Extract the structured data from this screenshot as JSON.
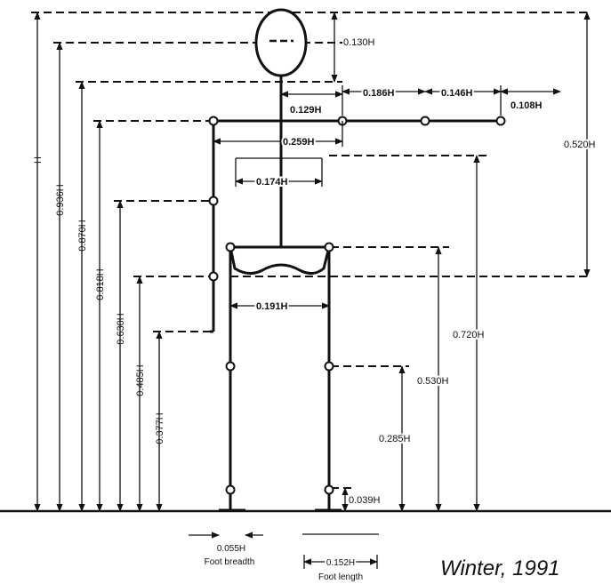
{
  "labels": {
    "total_height": "H",
    "shoulder_height": "0.936H",
    "chin_height": "0.870H",
    "shoulder_width_level": "0.818H",
    "elbow_height": "0.630H",
    "wrist_height": "0.485H",
    "fingertip_height": "0.377H",
    "head_length": "0.130H",
    "neck_to_shoulder": "0.129H",
    "upper_arm": "0.186H",
    "forearm": "0.146H",
    "hand": "0.108H",
    "shoulder_width": "0.259H",
    "chest_width": "0.174H",
    "hip_width": "0.191H",
    "trunk_length": "0.520H",
    "chest_height": "0.720H",
    "hip_height": "0.530H",
    "knee_height": "0.285H",
    "ankle_height": "0.039H",
    "foot_breadth_value": "0.055H",
    "foot_breadth_caption": "Foot breadth",
    "foot_length_value": "0.152H",
    "foot_length_caption": "Foot length"
  },
  "credit": "Winter,  1991"
}
